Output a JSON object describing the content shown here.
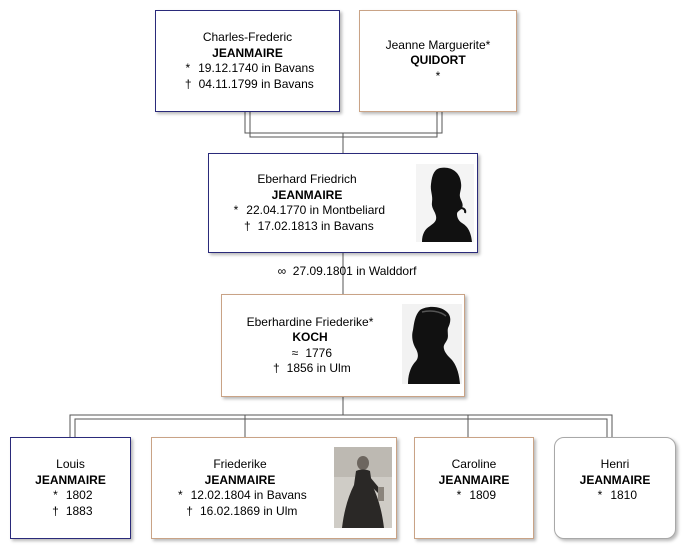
{
  "grandparents": {
    "father": {
      "given": "Charles-Frederic",
      "surname": "JEANMAIRE",
      "birth_symbol": "*",
      "birth": "19.12.1740 in Bavans",
      "death_symbol": "†",
      "death": "04.11.1799 in Bavans"
    },
    "mother": {
      "given": "Jeanne Marguerite*",
      "surname": "QUIDORT",
      "birth_symbol": "*"
    }
  },
  "father": {
    "given": "Eberhard Friedrich",
    "surname": "JEANMAIRE",
    "birth_symbol": "*",
    "birth": "22.04.1770 in Montbeliard",
    "death_symbol": "†",
    "death": "17.02.1813 in Bavans"
  },
  "marriage": {
    "symbol": "∞",
    "text": "27.09.1801 in Walddorf"
  },
  "mother": {
    "given": "Eberhardine Friederike*",
    "surname": "KOCH",
    "birth_symbol": "≈",
    "birth": "1776",
    "death_symbol": "†",
    "death": "1856 in Ulm"
  },
  "children": [
    {
      "given": "Louis",
      "surname": "JEANMAIRE",
      "birth_symbol": "*",
      "birth": "1802",
      "death_symbol": "†",
      "death": "1883"
    },
    {
      "given": "Friederike",
      "surname": "JEANMAIRE",
      "birth_symbol": "*",
      "birth": "12.02.1804 in Bavans",
      "death_symbol": "†",
      "death": "16.02.1869 in Ulm"
    },
    {
      "given": "Caroline",
      "surname": "JEANMAIRE",
      "birth_symbol": "*",
      "birth": "1809"
    },
    {
      "given": "Henri",
      "surname": "JEANMAIRE",
      "birth_symbol": "*",
      "birth": "1810"
    }
  ],
  "colors": {
    "male_border": "#2a2a7a",
    "female_border": "#c9a386",
    "unknown_border": "#a8a8a8",
    "connector": "#555555"
  }
}
